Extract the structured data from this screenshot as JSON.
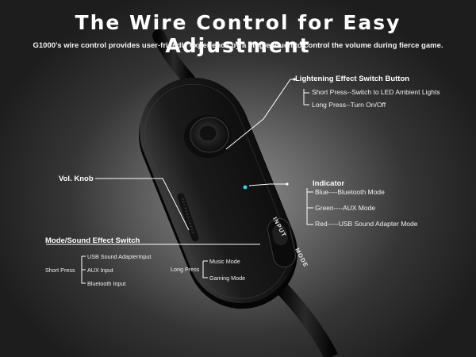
{
  "title": "The Wire Control for Easy Adjustment",
  "subtitle": "G1000’s wire control provides user-friendly experience by a single touch to control the volume during fierce game.",
  "lightening": {
    "heading": "Lightening Effect Switch Button",
    "short_press": "Short Press--Switch to LED Ambient Lights",
    "long_press": "Long Press--Turn On/Off"
  },
  "indicator": {
    "heading": "Indicator",
    "blue": "Blue----Bluetooth Mode",
    "green": "Green----AUX Mode",
    "red": "Red-----USB Sound Adapter Mode"
  },
  "vol_knob": {
    "heading": "Vol. Knob"
  },
  "mode_switch": {
    "heading": "Mode/Sound Effect Switch",
    "short_press_label": "Short Press",
    "short_options": [
      "USB Sound AdapterInput",
      "AUX Input",
      "Bluetooth Input"
    ],
    "long_press_label": "Long Press",
    "long_options": [
      "Music Mode",
      "Gaming Mode"
    ]
  },
  "device": {
    "switch_label_input": "INPUT",
    "switch_label_mode": "MODE"
  },
  "colors": {
    "indicator_led": "#39d4e8",
    "text": "#ffffff",
    "line": "#ffffff"
  }
}
